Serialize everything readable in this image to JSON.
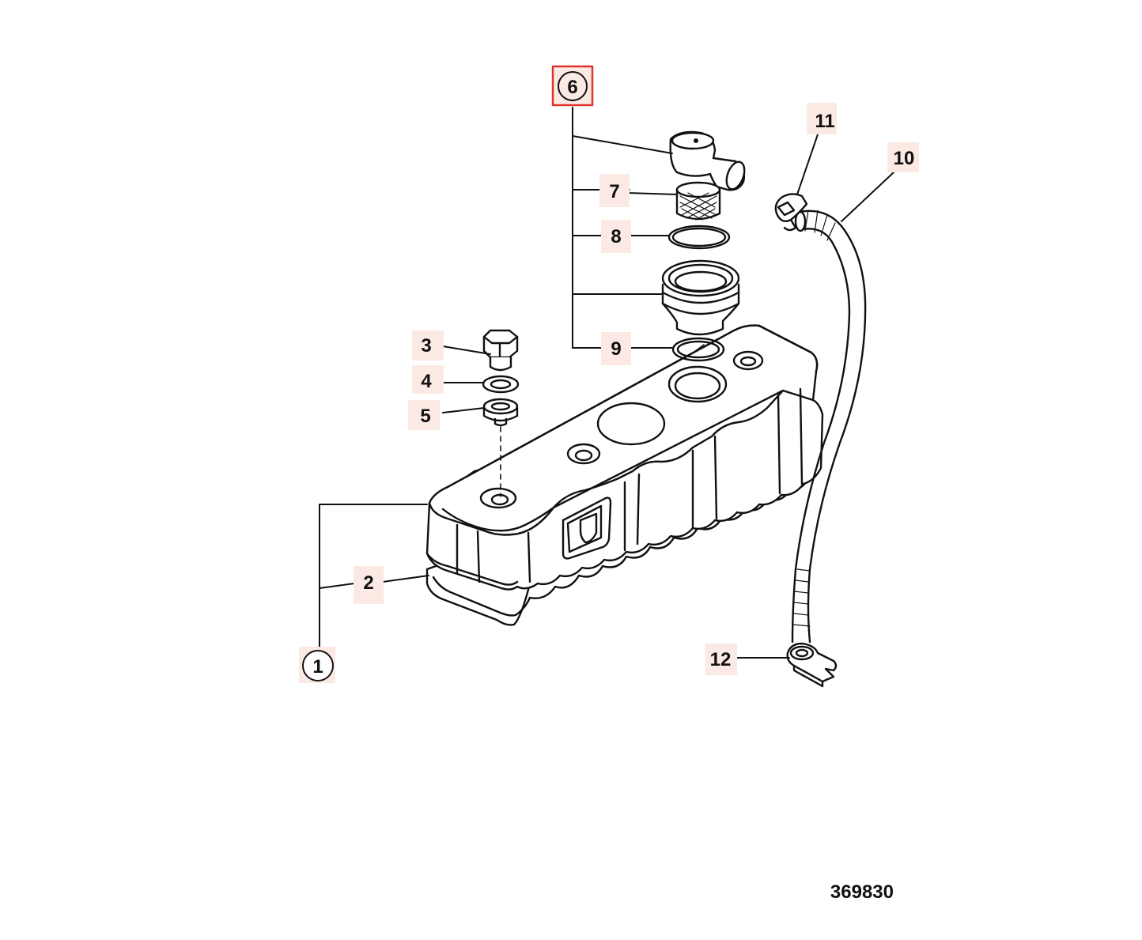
{
  "diagram": {
    "figure_number": "369830",
    "callouts": [
      {
        "id": "c1",
        "label": "1",
        "style": "circle"
      },
      {
        "id": "c2",
        "label": "2",
        "style": "box"
      },
      {
        "id": "c3",
        "label": "3",
        "style": "box"
      },
      {
        "id": "c4",
        "label": "4",
        "style": "box"
      },
      {
        "id": "c5",
        "label": "5",
        "style": "box"
      },
      {
        "id": "c6",
        "label": "6",
        "style": "circle",
        "selected": true
      },
      {
        "id": "c7",
        "label": "7",
        "style": "box"
      },
      {
        "id": "c8",
        "label": "8",
        "style": "box"
      },
      {
        "id": "c9",
        "label": "9",
        "style": "box"
      },
      {
        "id": "c10",
        "label": "10",
        "style": "box"
      },
      {
        "id": "c11",
        "label": "11",
        "style": "box"
      },
      {
        "id": "c12",
        "label": "12",
        "style": "box"
      }
    ],
    "colors": {
      "line": "#111111",
      "label_bg": "#fbe9e4",
      "selection": "#e0342b",
      "background": "#ffffff"
    }
  }
}
